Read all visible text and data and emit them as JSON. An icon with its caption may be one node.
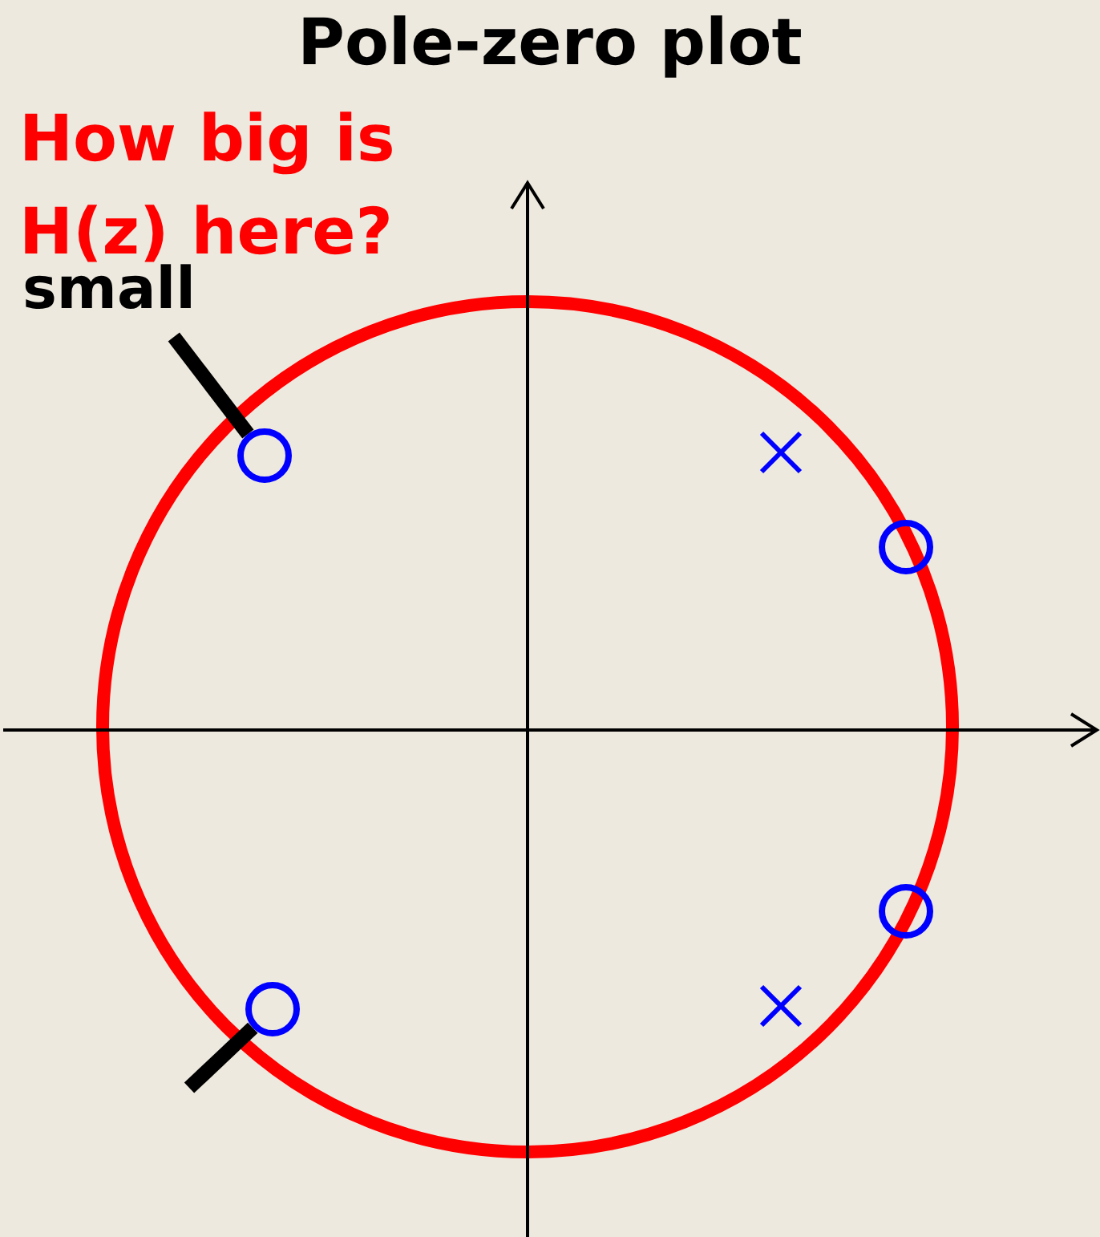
{
  "diagram": {
    "title": "Pole-zero plot",
    "nodes": [
      {
        "text": [
          "small"
        ]
      },
      {
        "text": [],
        "shape": "circle"
      },
      {
        "text": [],
        "shape": "circle"
      },
      {
        "text": [],
        "shape": "circle"
      },
      {
        "text": [],
        "shape": "circle"
      }
    ],
    "edges": [
      {
        "from": 0,
        "to": 1,
        "arrow": "none"
      },
      {
        "from": null,
        "to": 4,
        "arrow": "none"
      }
    ],
    "labels": [
      "How big is H(z) here?"
    ]
  }
}
